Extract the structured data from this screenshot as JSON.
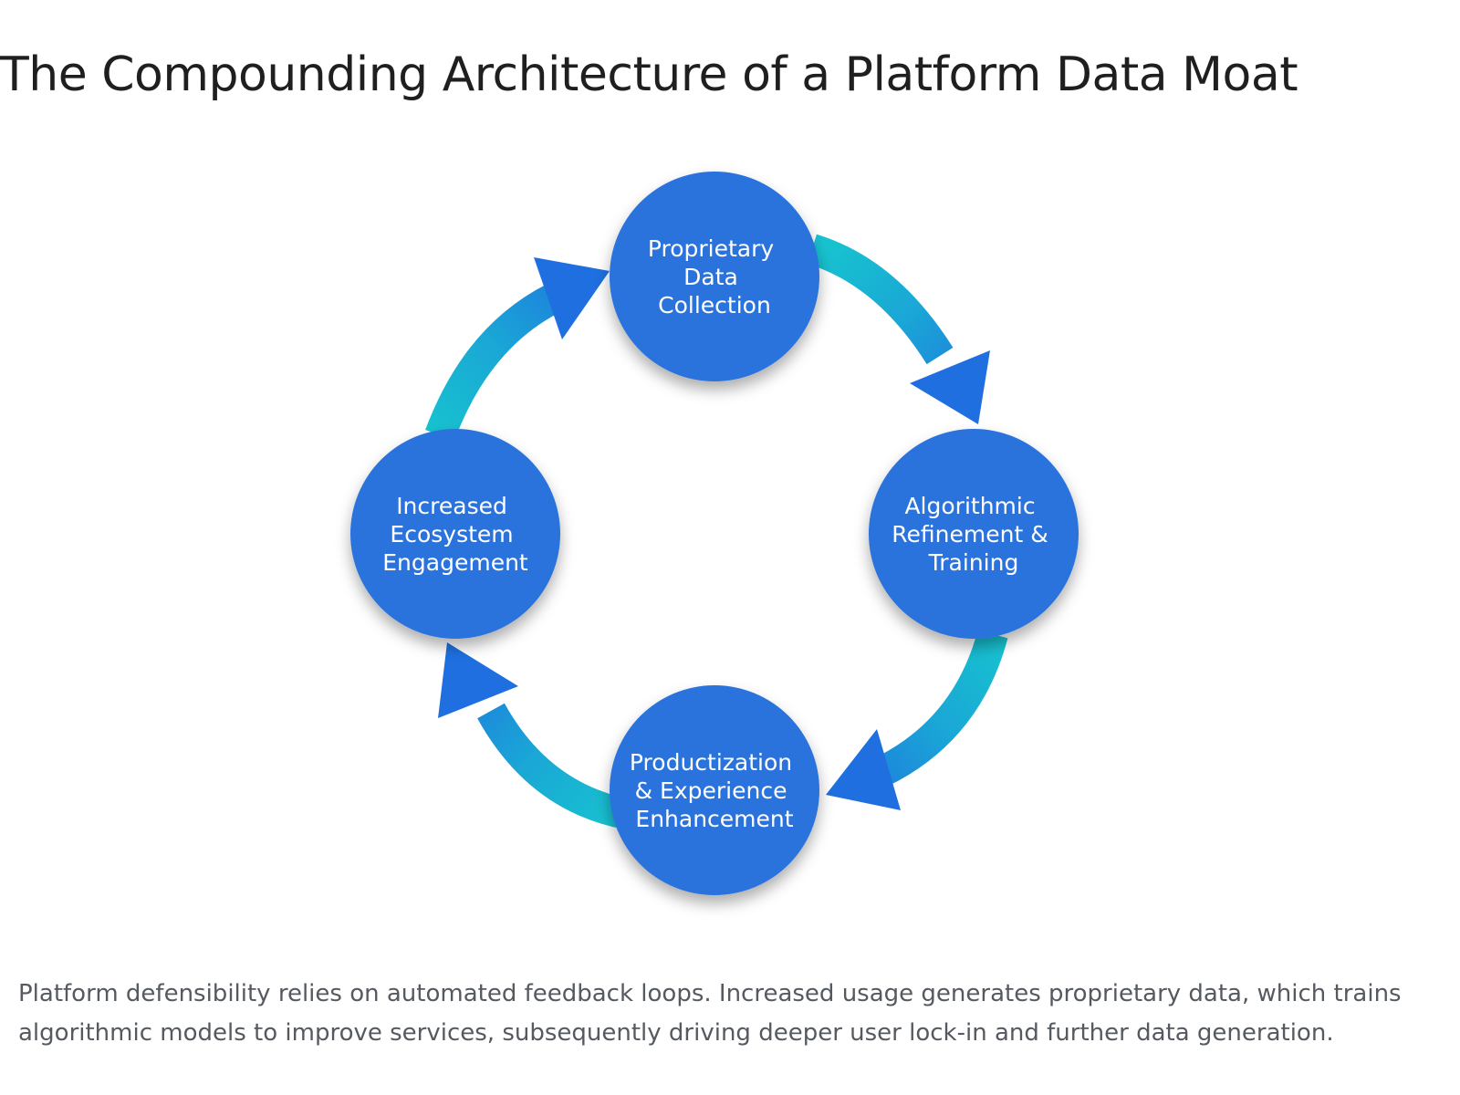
{
  "title": "The Compounding Architecture of a Platform Data Moat",
  "colors": {
    "node_fill": "#2a73dc",
    "arrow_teal": "#17c3cf",
    "arrow_blue": "#1f6fe0",
    "label_text": "#ffffff"
  },
  "diagram": {
    "type": "cycle",
    "direction": "clockwise",
    "nodes": [
      {
        "id": "top",
        "lines": [
          "Proprietary",
          "Data",
          "Collection"
        ]
      },
      {
        "id": "right",
        "lines": [
          "Algorithmic",
          "Refinement &",
          "Training"
        ]
      },
      {
        "id": "bottom",
        "lines": [
          "Productization",
          "& Experience",
          "Enhancement"
        ]
      },
      {
        "id": "left",
        "lines": [
          "Increased",
          "Ecosystem",
          "Engagement"
        ]
      }
    ],
    "edges": [
      {
        "from": "top",
        "to": "right"
      },
      {
        "from": "right",
        "to": "bottom"
      },
      {
        "from": "bottom",
        "to": "left"
      },
      {
        "from": "left",
        "to": "top"
      }
    ]
  },
  "caption": {
    "line1": "Platform defensibility relies on automated feedback loops. Increased usage generates proprietary data, which trains",
    "line2": "algorithmic models to improve services, subsequently driving deeper user lock-in and further data generation."
  }
}
